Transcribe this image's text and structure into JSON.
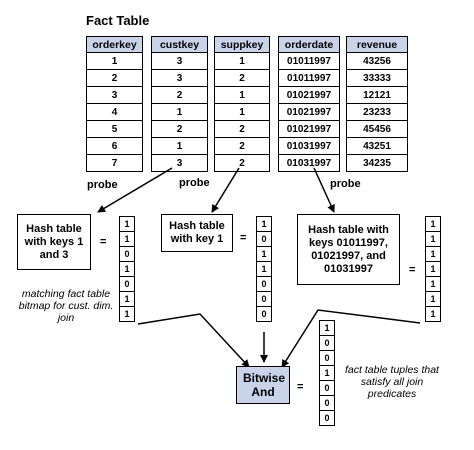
{
  "title": "Fact Table",
  "fact_table": {
    "columns": [
      {
        "header": "orderkey",
        "values": [
          "1",
          "2",
          "3",
          "4",
          "5",
          "6",
          "7"
        ]
      },
      {
        "header": "custkey",
        "values": [
          "3",
          "3",
          "2",
          "1",
          "2",
          "1",
          "3"
        ]
      },
      {
        "header": "suppkey",
        "values": [
          "1",
          "2",
          "1",
          "1",
          "2",
          "2",
          "2"
        ]
      },
      {
        "header": "orderdate",
        "values": [
          "01011997",
          "01011997",
          "01021997",
          "01021997",
          "01021997",
          "01031997",
          "01031997"
        ]
      },
      {
        "header": "revenue",
        "values": [
          "43256",
          "33333",
          "12121",
          "23233",
          "45456",
          "43251",
          "34235"
        ]
      }
    ]
  },
  "probe_labels": [
    "probe",
    "probe",
    "probe"
  ],
  "hash_tables": [
    {
      "text": "Hash table with keys 1 and 3",
      "bitmap": [
        "1",
        "1",
        "0",
        "1",
        "0",
        "1",
        "1"
      ]
    },
    {
      "text": "Hash table with key 1",
      "bitmap": [
        "1",
        "0",
        "1",
        "1",
        "0",
        "0",
        "0"
      ]
    },
    {
      "text": "Hash table with keys 01011997, 01021997, and 01031997",
      "bitmap": [
        "1",
        "1",
        "1",
        "1",
        "1",
        "1",
        "1"
      ]
    }
  ],
  "equals": "=",
  "bitwise": "Bitwise And",
  "result_bitmap": [
    "1",
    "0",
    "0",
    "1",
    "0",
    "0",
    "0"
  ],
  "note_left": "matching fact table bitmap for cust. dim. join",
  "note_right": "fact table tuples that satisfy all join predicates"
}
